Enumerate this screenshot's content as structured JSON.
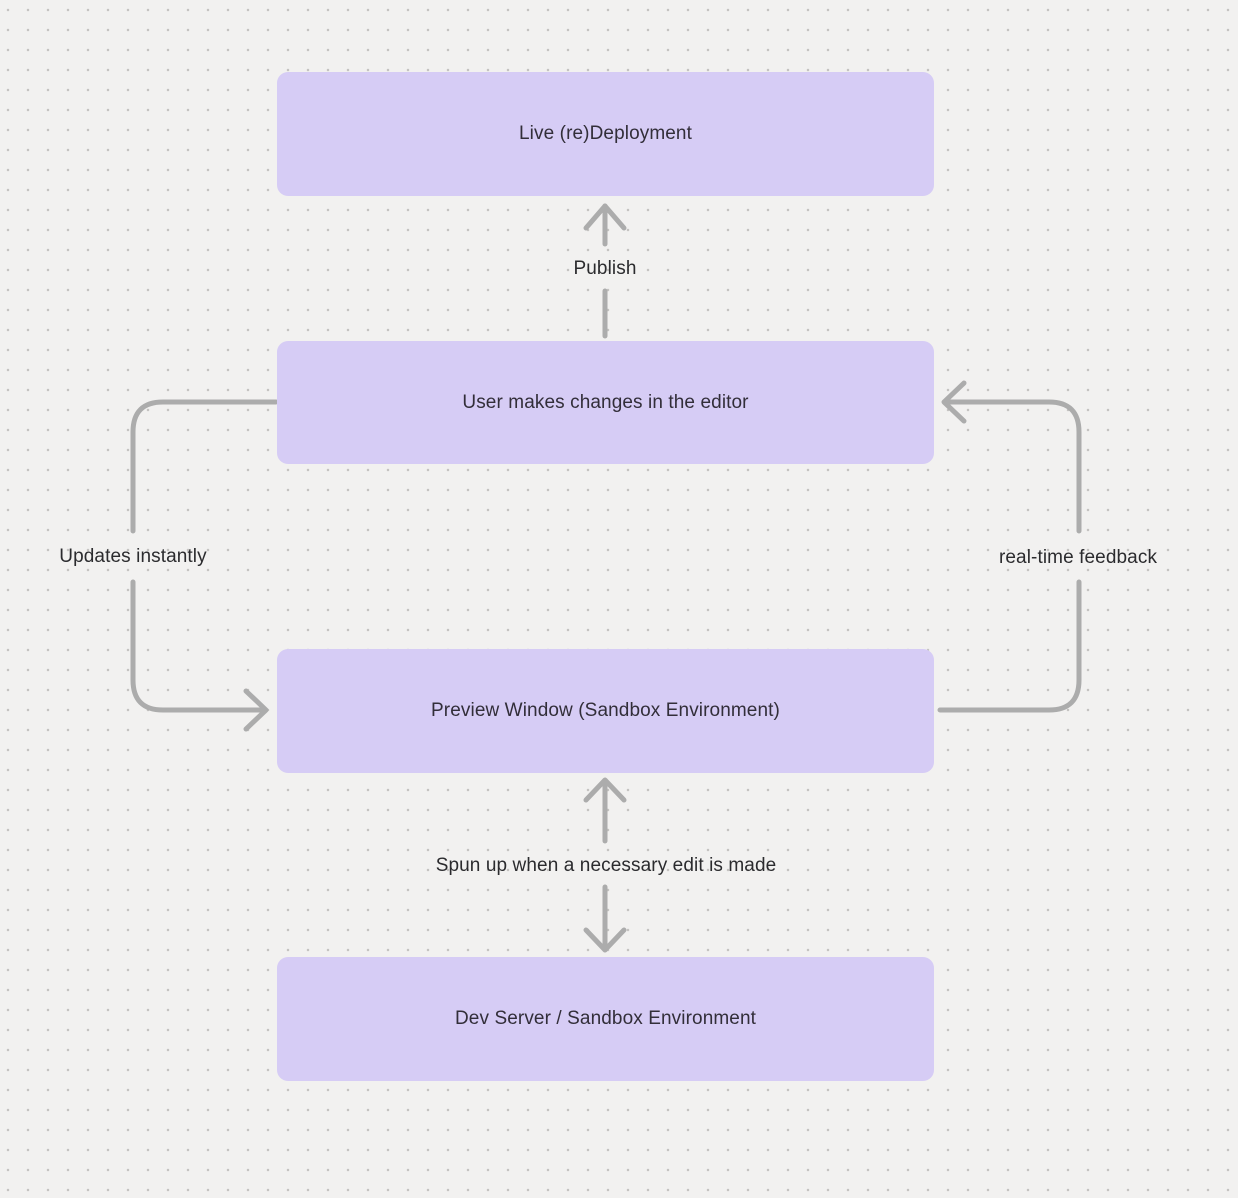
{
  "diagram": {
    "nodes": [
      {
        "id": "live-redeployment",
        "label": "Live (re)Deployment"
      },
      {
        "id": "user-editor-changes",
        "label": "User makes changes in the editor"
      },
      {
        "id": "preview-window",
        "label": "Preview Window (Sandbox Environment)"
      },
      {
        "id": "dev-server",
        "label": "Dev Server / Sandbox Environment"
      }
    ],
    "edges": [
      {
        "id": "publish",
        "label": "Publish",
        "from": "user-editor-changes",
        "to": "live-redeployment",
        "direction": "up"
      },
      {
        "id": "updates-instantly",
        "label": "Updates instantly",
        "from": "user-editor-changes",
        "to": "preview-window",
        "direction": "left-loop-down"
      },
      {
        "id": "real-time-feedback",
        "label": "real-time feedback",
        "from": "preview-window",
        "to": "user-editor-changes",
        "direction": "right-loop-up"
      },
      {
        "id": "spun-up",
        "label": "Spun up when a necessary edit is made",
        "from": "preview-window",
        "to": "dev-server",
        "direction": "bidirectional"
      }
    ],
    "colors": {
      "background": "#f2f1f0",
      "grid_dot": "#c5c3c1",
      "node_fill": "#d6ccf5",
      "node_text": "#322e39",
      "arrow": "#acacac",
      "edge_label_text": "#2b2b2e"
    }
  }
}
